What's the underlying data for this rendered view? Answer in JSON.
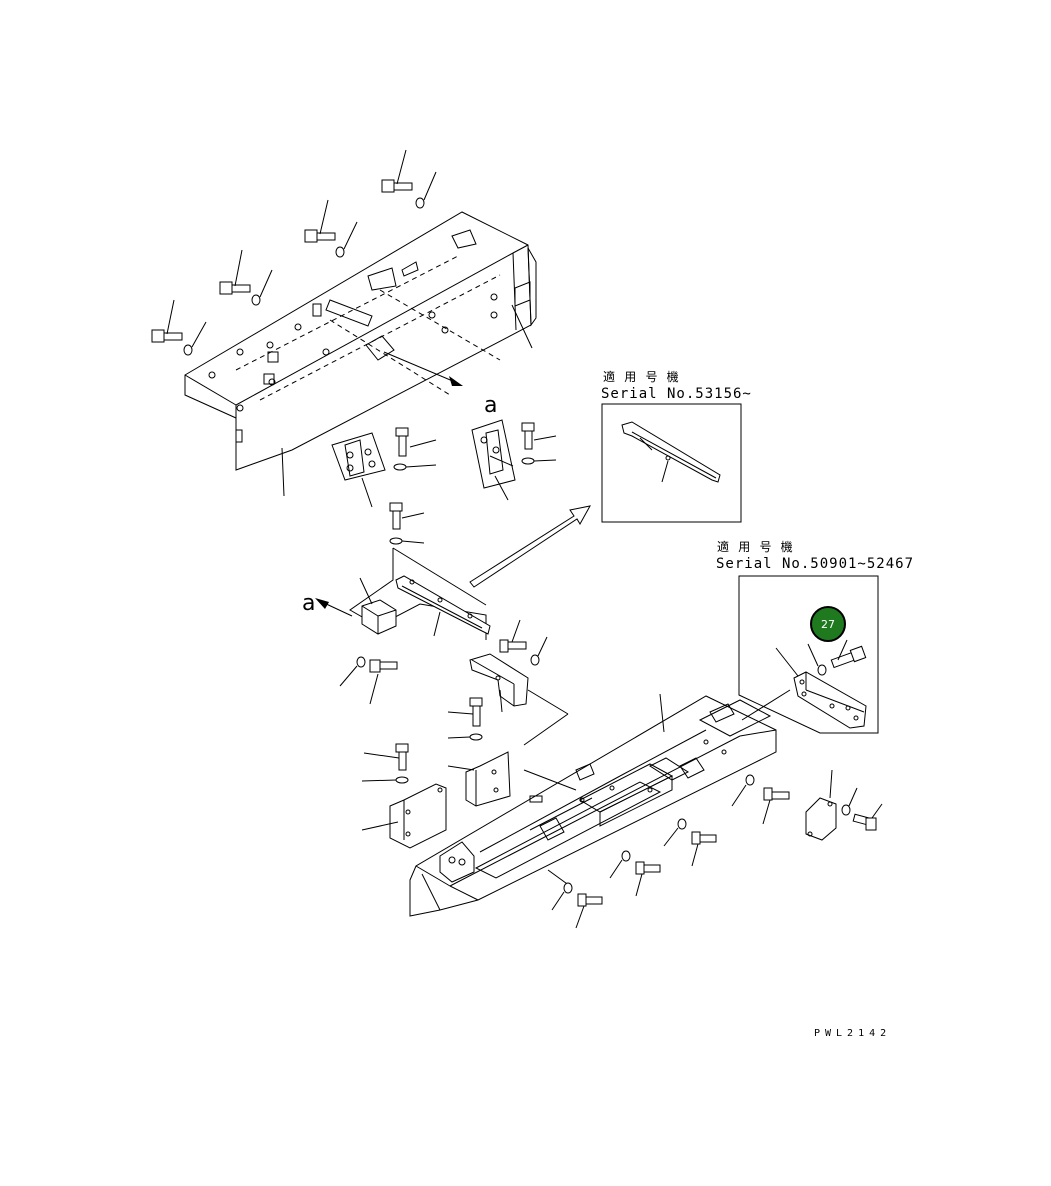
{
  "inset_upper": {
    "caption": "適 用 号 機",
    "serial": "Serial No.53156~"
  },
  "inset_lower": {
    "caption": "適 用 号 機",
    "serial": "Serial No.50901~52467"
  },
  "view_marker": {
    "label": "a"
  },
  "callout": {
    "number": "27",
    "color": "#1f7a1f"
  },
  "drawing_code": "PWL2142"
}
